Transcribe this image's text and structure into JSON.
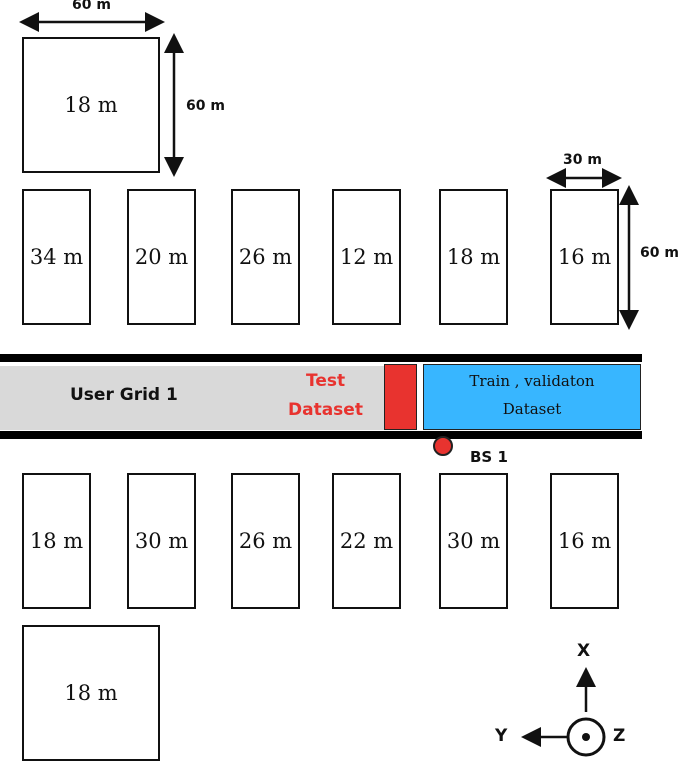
{
  "dimensions": {
    "big_width": "60 m",
    "big_height": "60 m",
    "small_width": "30 m",
    "small_height": "60 m"
  },
  "top_big_building": "18 m",
  "top_row": [
    "34 m",
    "20 m",
    "26 m",
    "12 m",
    "18 m",
    "16 m"
  ],
  "bottom_row": [
    "18 m",
    "30 m",
    "26 m",
    "22 m",
    "30 m",
    "16 m"
  ],
  "bottom_big_building": "18 m",
  "road": {
    "user_grid_label": "User Grid 1",
    "test_label_line1": "Test",
    "test_label_line2": "Dataset",
    "train_label_line1": "Train , validaton",
    "train_label_line2": "Dataset",
    "bs_label": "BS 1"
  },
  "axes": {
    "x": "X",
    "y": "Y",
    "z": "Z"
  },
  "colors": {
    "test_red": "#e8332f",
    "train_blue": "#38b6ff",
    "grid_gray": "#d9d9d9"
  }
}
